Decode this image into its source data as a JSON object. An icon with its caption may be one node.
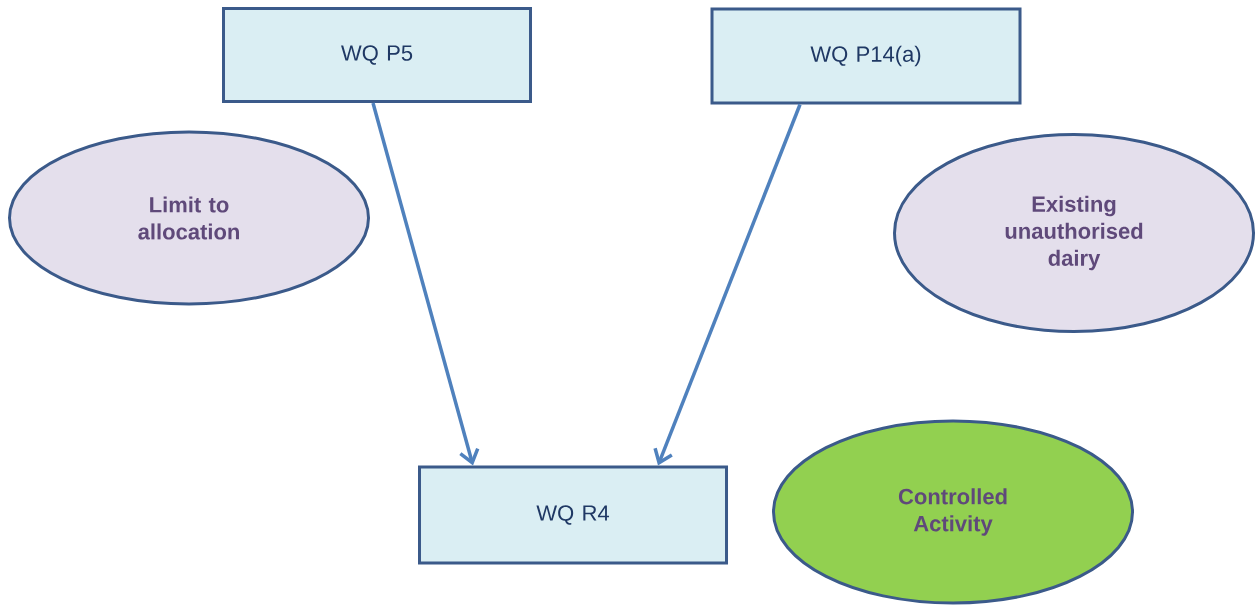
{
  "diagram": {
    "nodes": [
      {
        "text": [
          "WQ P5"
        ]
      },
      {
        "text": [
          "WQ P14(a)"
        ]
      },
      {
        "text": [
          "Limit to allocation"
        ]
      },
      {
        "text": [
          "Existing unauthorised dairy"
        ]
      },
      {
        "text": [
          "WQ R4"
        ]
      },
      {
        "text": [
          "Controlled Activity"
        ]
      }
    ],
    "edges": [
      {
        "from": 0,
        "to": 4,
        "arrow": "to"
      },
      {
        "from": 1,
        "to": 4,
        "arrow": "to"
      }
    ]
  }
}
